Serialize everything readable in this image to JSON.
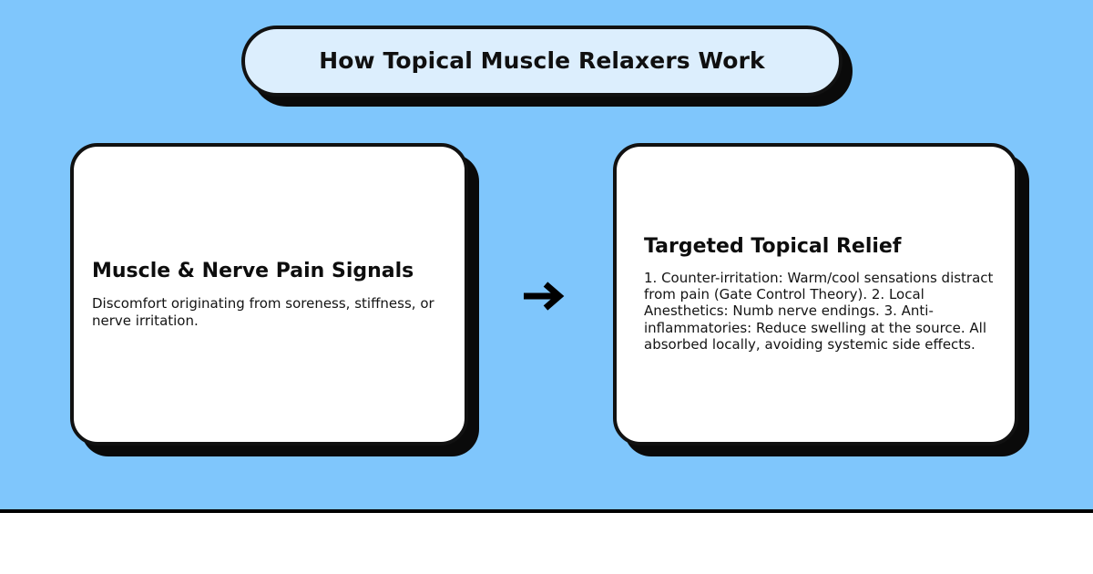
{
  "theme": {
    "background_blue": "#7FC6FC",
    "title_pill_fill": "#DCEEFD",
    "card_fill": "#FFFFFF",
    "outline": "#111111",
    "shadow": "#0A0A0A",
    "text": "#0D0D0D"
  },
  "title": {
    "text": "How Topical Muscle Relaxers Work"
  },
  "steps": [
    {
      "id": "step-1",
      "title": "Muscle & Nerve Pain Signals",
      "body": "Discomfort originating from soreness, stiffness, or nerve irritation."
    },
    {
      "id": "step-2",
      "title": "Targeted Topical Relief",
      "body": "1. Counter-irritation: Warm/cool sensations distract from pain (Gate Control Theory). 2. Local Anesthetics: Numb nerve endings. 3. Anti-inflammatories: Reduce swelling at the source. All absorbed locally, avoiding systemic side effects."
    }
  ],
  "connector": {
    "icon": "arrow-right-icon",
    "glyph": "→"
  }
}
